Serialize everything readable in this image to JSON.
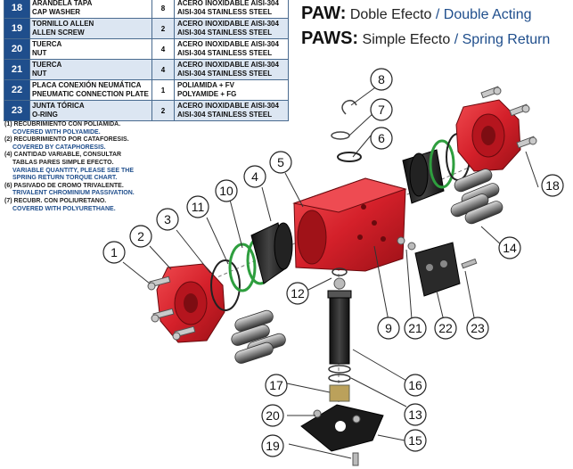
{
  "parts": [
    {
      "num": "18",
      "name_es": "ARANDELA TAPA",
      "name_en": "CAP WASHER",
      "qty": "8",
      "mat_es": "ACERO INOXIDABLE AISI-304",
      "mat_en": "AISI-304 STAINLESS STEEL"
    },
    {
      "num": "19",
      "name_es": "TORNILLO ALLEN",
      "name_en": "ALLEN SCREW",
      "qty": "2",
      "mat_es": "ACERO INOXIDABLE AISI-304",
      "mat_en": "AISI-304 STAINLESS STEEL"
    },
    {
      "num": "20",
      "name_es": "TUERCA",
      "name_en": "NUT",
      "qty": "4",
      "mat_es": "ACERO INOXIDABLE AISI-304",
      "mat_en": "AISI-304 STAINLESS STEEL"
    },
    {
      "num": "21",
      "name_es": "TUERCA",
      "name_en": "NUT",
      "qty": "4",
      "mat_es": "ACERO INOXIDABLE AISI-304",
      "mat_en": "AISI-304 STAINLESS STEEL"
    },
    {
      "num": "22",
      "name_es": "PLACA CONEXIÓN NEUMÁTICA",
      "name_en": "PNEUMATIC CONNECTION PLATE",
      "qty": "1",
      "mat_es": "POLIAMIDA + FV",
      "mat_en": "POLYAMIDE + FG"
    },
    {
      "num": "23",
      "name_es": "JUNTA TÓRICA",
      "name_en": "O-RING",
      "qty": "2",
      "mat_es": "ACERO INOXIDABLE AISI-304",
      "mat_en": "AISI-304 STAINLESS STEEL"
    }
  ],
  "notes": [
    {
      "marker": "(1)",
      "es": "RECUBRIMIENTO CON POLIAMIDA.",
      "en": [
        "COVERED WITH POLYAMIDE."
      ]
    },
    {
      "marker": "(2)",
      "es": "RECUBRIMIENTO POR CATAFORESIS.",
      "en": [
        "COVERED BY CATAPHORESIS."
      ]
    },
    {
      "marker": "(4)",
      "es": "CANTIDAD VARIABLE, CONSULTAR",
      "es2": "TABLAS PARES SIMPLE EFECTO.",
      "en": [
        "VARIABLE QUANTITY, PLEASE SEE THE",
        "SPRING RETURN TORQUE CHART."
      ]
    },
    {
      "marker": "(6)",
      "es": "PASIVADO DE CROMO TRIVALENTE.",
      "en": [
        "TRIVALENT CHROMINIUM PASSIVATION."
      ]
    },
    {
      "marker": "(7)",
      "es": "RECUBR. CON POLIURETANO.",
      "en": [
        "COVERED WITH POLYURETHANE."
      ]
    }
  ],
  "titles": {
    "paw": {
      "code": "PAW:",
      "es": "Doble Efecto",
      "sep": "/",
      "en": "Double Acting"
    },
    "paws": {
      "code": "PAWS:",
      "es": "Simple Efecto",
      "sep": "/",
      "en": "Spring Return"
    }
  },
  "callouts": [
    "1",
    "2",
    "3",
    "4",
    "5",
    "6",
    "7",
    "8",
    "9",
    "10",
    "11",
    "12",
    "13",
    "14",
    "15",
    "16",
    "17",
    "18",
    "19",
    "20",
    "21",
    "22",
    "23"
  ],
  "colors": {
    "body_red": "#d4202a",
    "table_blue": "#1f4e8c",
    "oring_green": "#2e9e3e"
  }
}
